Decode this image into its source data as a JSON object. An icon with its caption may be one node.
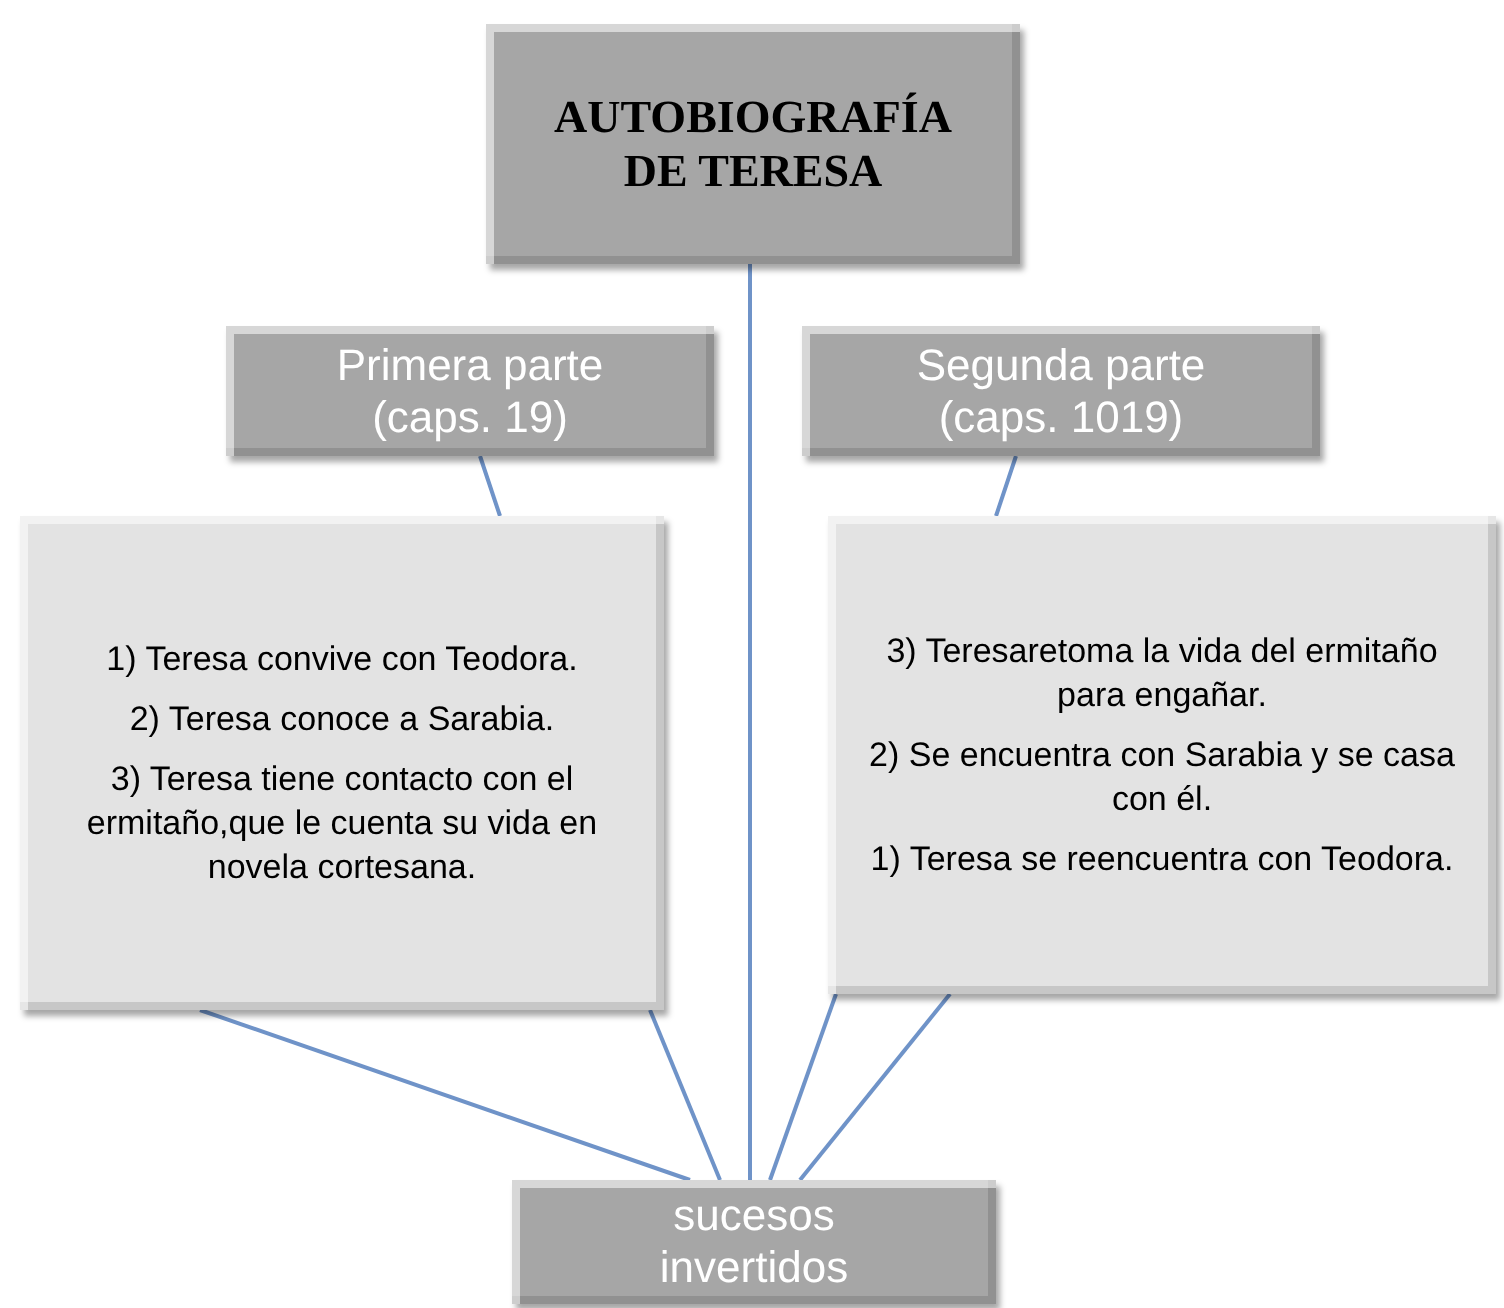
{
  "diagram": {
    "nodes": [
      {
        "text": [
          "AUTOBIOGRAFÍA DE TERESA"
        ]
      },
      {
        "text": [
          "Primera parte (caps. 19)"
        ]
      },
      {
        "text": [
          "1) Teresa convive con Teodora.",
          "2) Teresa conoce a Sarabia.",
          "3) Teresa tiene contacto con el ermitaño,que le cuenta su vida en novela cortesana."
        ]
      },
      {
        "text": [
          "Segunda parte (caps. 1019)"
        ]
      },
      {
        "text": [
          "3) Teresaretoma la vida del ermitaño para engañar.",
          "2) Se encuentra con Sarabia y se casa con él.",
          "1) Teresa se reencuentra con Teodora."
        ]
      },
      {
        "text": [
          "sucesos invertidos"
        ]
      }
    ],
    "edges": [
      {
        "from": 0,
        "to": 5,
        "arrow": "none"
      },
      {
        "from": 1,
        "to": 2,
        "arrow": "none"
      },
      {
        "from": 3,
        "to": 4,
        "arrow": "none"
      },
      {
        "from": 2,
        "to": 5,
        "arrow": "none"
      },
      {
        "from": 2,
        "to": 5,
        "arrow": "none"
      },
      {
        "from": 4,
        "to": 5,
        "arrow": "none"
      },
      {
        "from": 4,
        "to": 5,
        "arrow": "none"
      }
    ]
  }
}
